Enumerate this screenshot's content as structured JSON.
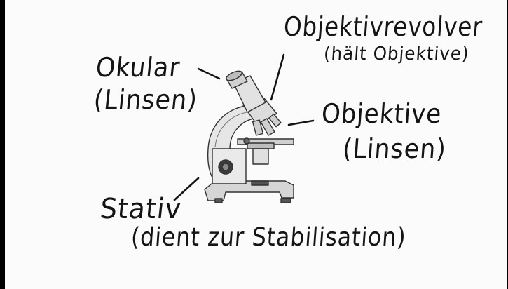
{
  "labels": {
    "okular": "Okular",
    "okular_sub": "(Linsen)",
    "revolver": "Objektivrevolver",
    "revolver_sub": "(hält Objektive)",
    "objektive": "Objektive",
    "objektive_sub": "(Linsen)",
    "stativ": "Stativ",
    "stativ_sub": "(dient zur Stabilisation)"
  },
  "colors": {
    "background": "#fbfbfb",
    "ink": "#141414",
    "frame": "#000000"
  }
}
